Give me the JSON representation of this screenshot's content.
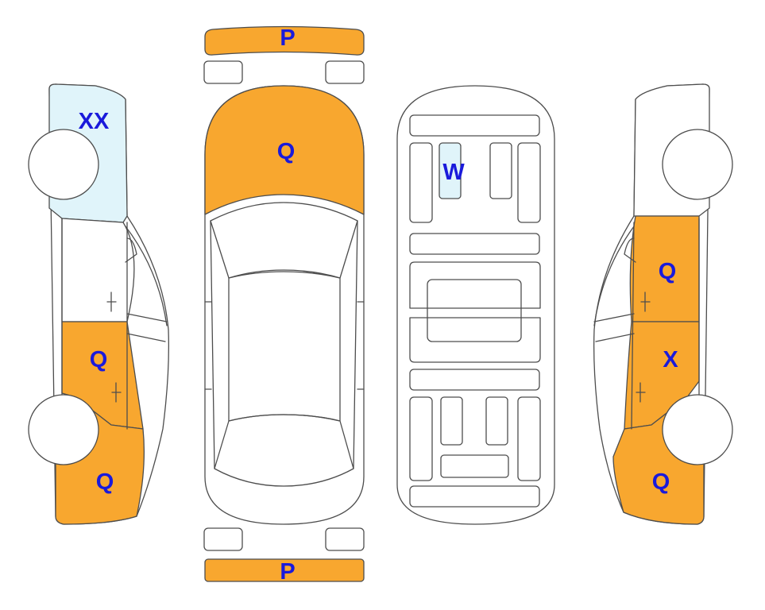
{
  "colors": {
    "damage_fill": "#f8a72f",
    "light_fill": "#e0f4fa",
    "code_text": "#1a1adb",
    "outline": "#4d4d4d",
    "background": "#ffffff"
  },
  "views": {
    "left_side": {
      "panels": [
        {
          "part": "rear-quarter",
          "code": "XX",
          "fill": "light"
        },
        {
          "part": "rear-door",
          "code": "",
          "fill": "none"
        },
        {
          "part": "front-door",
          "code": "Q",
          "fill": "damage"
        },
        {
          "part": "front-fender",
          "code": "Q",
          "fill": "damage"
        }
      ]
    },
    "top": {
      "panels": [
        {
          "part": "front-bumper",
          "code": "P",
          "fill": "damage"
        },
        {
          "part": "hood",
          "code": "Q",
          "fill": "damage"
        },
        {
          "part": "rear-bumper",
          "code": "P",
          "fill": "damage"
        }
      ]
    },
    "underbody": {
      "panels": [
        {
          "part": "floor-panel",
          "code": "W",
          "fill": "light"
        }
      ]
    },
    "right_side": {
      "panels": [
        {
          "part": "front-door",
          "code": "Q",
          "fill": "damage"
        },
        {
          "part": "rear-door",
          "code": "X",
          "fill": "damage"
        },
        {
          "part": "rear-quarter",
          "code": "Q",
          "fill": "damage"
        }
      ]
    }
  }
}
